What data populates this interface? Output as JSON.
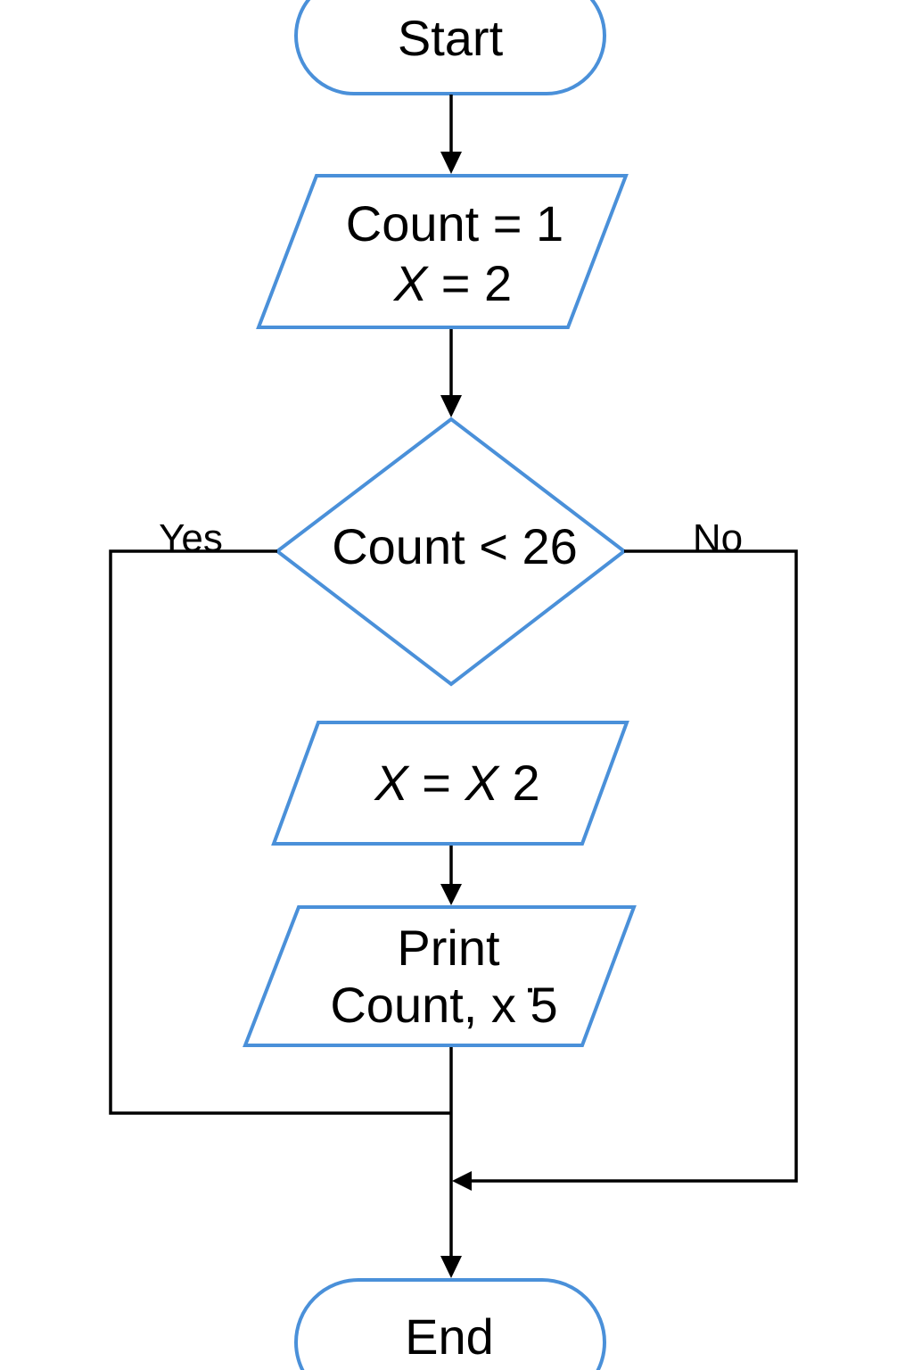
{
  "colors": {
    "shape_stroke": "#4a90d9",
    "connector": "#000000",
    "background": "#ffffff"
  },
  "flowchart": {
    "start": {
      "label": "Start"
    },
    "init": {
      "line1": "Count = 1",
      "line2_var": "X",
      "line2_rest": " = 2"
    },
    "decision": {
      "label": "Count < 26"
    },
    "branch_yes": "Yes",
    "branch_no": "No",
    "update": {
      "var1": "X",
      "eq": " = ",
      "var2": "X",
      "rest": " 2"
    },
    "print": {
      "line1": "Print",
      "line2": "Count, x ̇5"
    },
    "end": {
      "label": "End"
    }
  }
}
